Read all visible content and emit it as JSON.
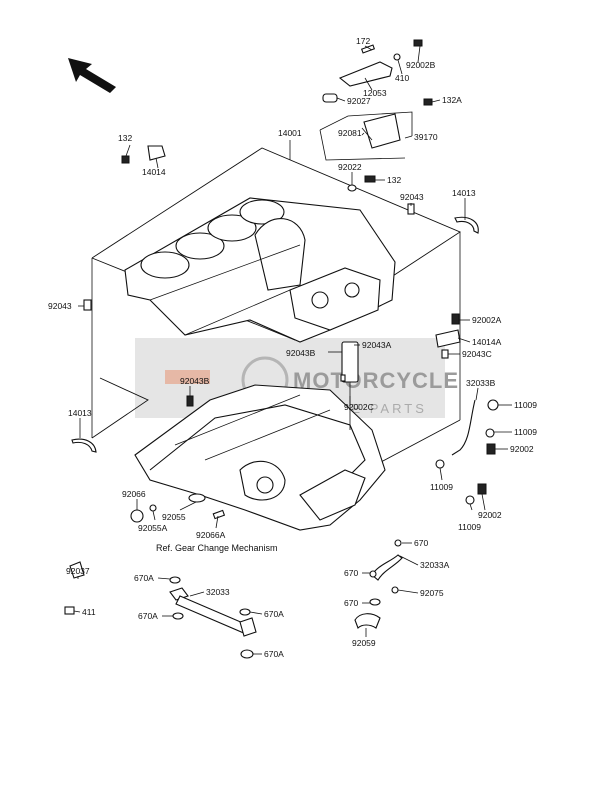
{
  "watermark": {
    "main": "MOTORCYCLE",
    "sub": "SPARE PARTS"
  },
  "caption": "Ref. Gear Change Mechanism",
  "labels": [
    {
      "id": "lbl-172",
      "text": "172"
    },
    {
      "id": "lbl-92002b",
      "text": "92002B"
    },
    {
      "id": "lbl-410",
      "text": "410"
    },
    {
      "id": "lbl-12053",
      "text": "12053"
    },
    {
      "id": "lbl-92027",
      "text": "92027"
    },
    {
      "id": "lbl-132a",
      "text": "132A"
    },
    {
      "id": "lbl-92081",
      "text": "92081"
    },
    {
      "id": "lbl-39170",
      "text": "39170"
    },
    {
      "id": "lbl-92022",
      "text": "92022"
    },
    {
      "id": "lbl-132-top",
      "text": "132"
    },
    {
      "id": "lbl-14001",
      "text": "14001"
    },
    {
      "id": "lbl-132-left",
      "text": "132"
    },
    {
      "id": "lbl-14014",
      "text": "14014"
    },
    {
      "id": "lbl-92043-upper",
      "text": "92043"
    },
    {
      "id": "lbl-14013-right",
      "text": "14013"
    },
    {
      "id": "lbl-92043-left",
      "text": "92043"
    },
    {
      "id": "lbl-92002a",
      "text": "92002A"
    },
    {
      "id": "lbl-14014a",
      "text": "14014A"
    },
    {
      "id": "lbl-92043b-right",
      "text": "92043B"
    },
    {
      "id": "lbl-92043a",
      "text": "92043A"
    },
    {
      "id": "lbl-92043c",
      "text": "92043C"
    },
    {
      "id": "lbl-92043b-center",
      "text": "92043B"
    },
    {
      "id": "lbl-32033b",
      "text": "32033B"
    },
    {
      "id": "lbl-92002c",
      "text": "92002C"
    },
    {
      "id": "lbl-11009-a",
      "text": "11009"
    },
    {
      "id": "lbl-14013-left",
      "text": "14013"
    },
    {
      "id": "lbl-11009-b",
      "text": "11009"
    },
    {
      "id": "lbl-92002-a",
      "text": "92002"
    },
    {
      "id": "lbl-11009-c",
      "text": "11009"
    },
    {
      "id": "lbl-92002-b",
      "text": "92002"
    },
    {
      "id": "lbl-11009-d",
      "text": "11009"
    },
    {
      "id": "lbl-92066",
      "text": "92066"
    },
    {
      "id": "lbl-92055",
      "text": "92055"
    },
    {
      "id": "lbl-92055a",
      "text": "92055A"
    },
    {
      "id": "lbl-92066a",
      "text": "92066A"
    },
    {
      "id": "lbl-670-top",
      "text": "670"
    },
    {
      "id": "lbl-670-mid",
      "text": "670"
    },
    {
      "id": "lbl-32033a",
      "text": "32033A"
    },
    {
      "id": "lbl-92075",
      "text": "92075"
    },
    {
      "id": "lbl-670-low",
      "text": "670"
    },
    {
      "id": "lbl-92059",
      "text": "92059"
    },
    {
      "id": "lbl-92037",
      "text": "92037"
    },
    {
      "id": "lbl-411",
      "text": "411"
    },
    {
      "id": "lbl-670a-1",
      "text": "670A"
    },
    {
      "id": "lbl-32033",
      "text": "32033"
    },
    {
      "id": "lbl-670a-2",
      "text": "670A"
    },
    {
      "id": "lbl-670a-3",
      "text": "670A"
    },
    {
      "id": "lbl-670a-4",
      "text": "670A"
    }
  ]
}
